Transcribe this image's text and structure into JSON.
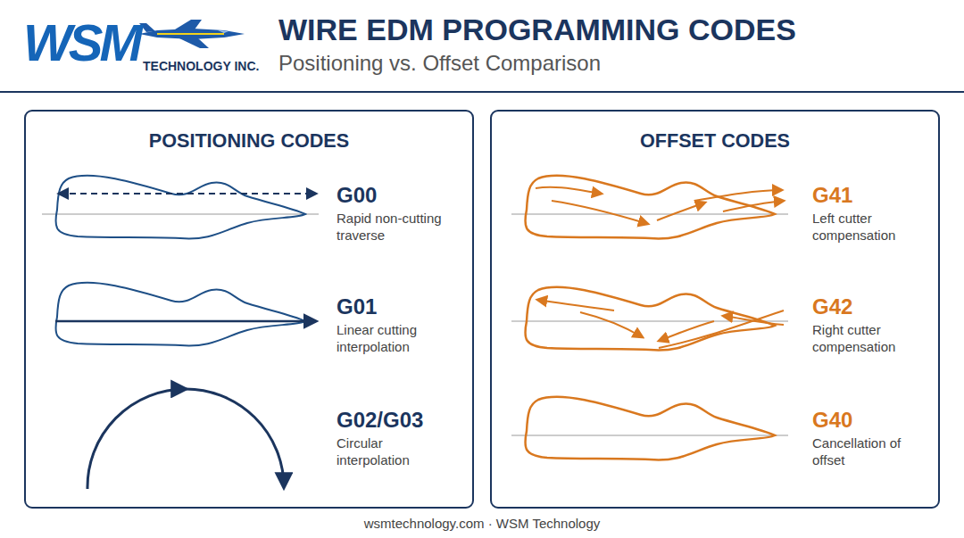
{
  "diagram": {
    "title": "WIRE EDM PROGRAMMING CODES",
    "caption": "wsmtechnology.com · WSM Technology",
    "nodes": [
      {
        "text": [
          "POSITIONING CODES",
          "G00",
          "Rapid non-cutting traverse",
          "G01",
          "Linear cutting interpolation",
          "G02/G03",
          "Circular interpolation"
        ]
      },
      {
        "text": [
          "OFFSET CODES",
          "G41",
          "Left cutter compensation",
          "G42",
          "Right cutter compensation",
          "G40",
          "Cancellation of offset"
        ]
      }
    ],
    "labels": [
      "WSM",
      "TECHNOLOGY INC.",
      "Positioning vs. Offset Comparison"
    ]
  }
}
